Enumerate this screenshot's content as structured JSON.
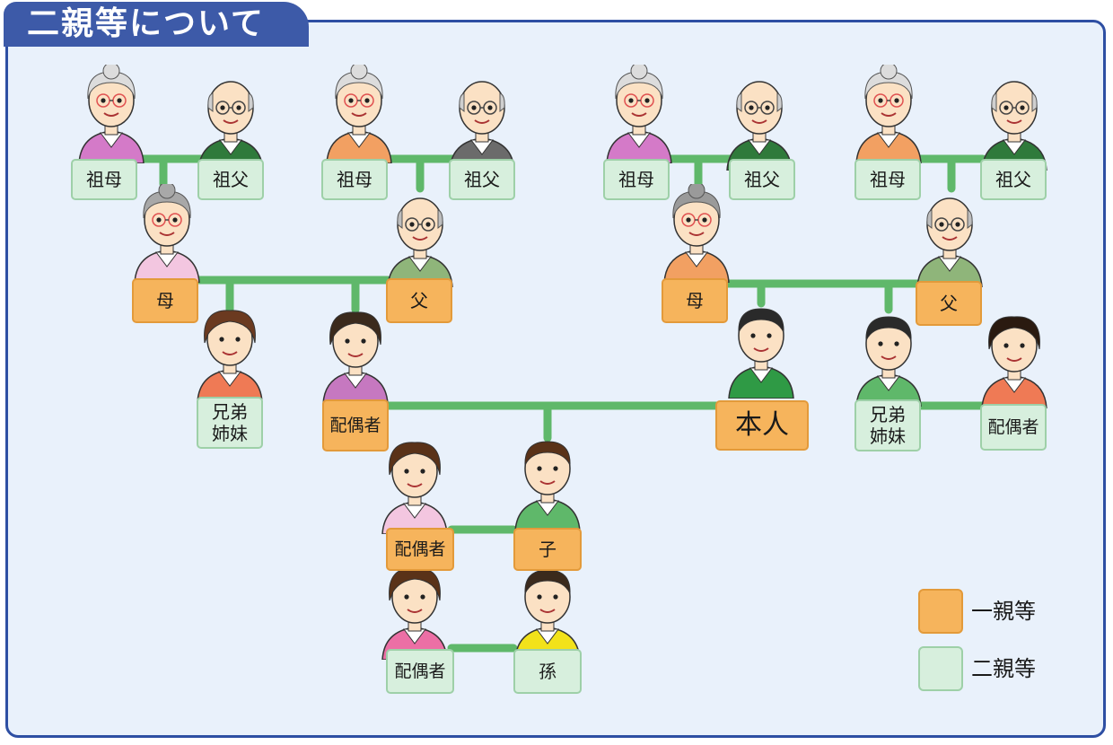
{
  "title": "二親等について",
  "colors": {
    "first_degree": "#f6b45c",
    "second_degree": "#d7efdd",
    "connector": "#5fb86a",
    "frame": "#2e4fa3"
  },
  "labels": {
    "grandmother": "祖母",
    "grandfather": "祖父",
    "mother": "母",
    "father": "父",
    "sibling": "兄弟\n姉妹",
    "spouse": "配偶者",
    "self": "本人",
    "child": "子",
    "grandchild": "孫"
  },
  "legend": {
    "first": "一親等",
    "second": "二親等"
  },
  "icons": [
    "elderly-woman-icon",
    "elderly-man-icon",
    "woman-icon",
    "man-icon",
    "boy-icon"
  ]
}
